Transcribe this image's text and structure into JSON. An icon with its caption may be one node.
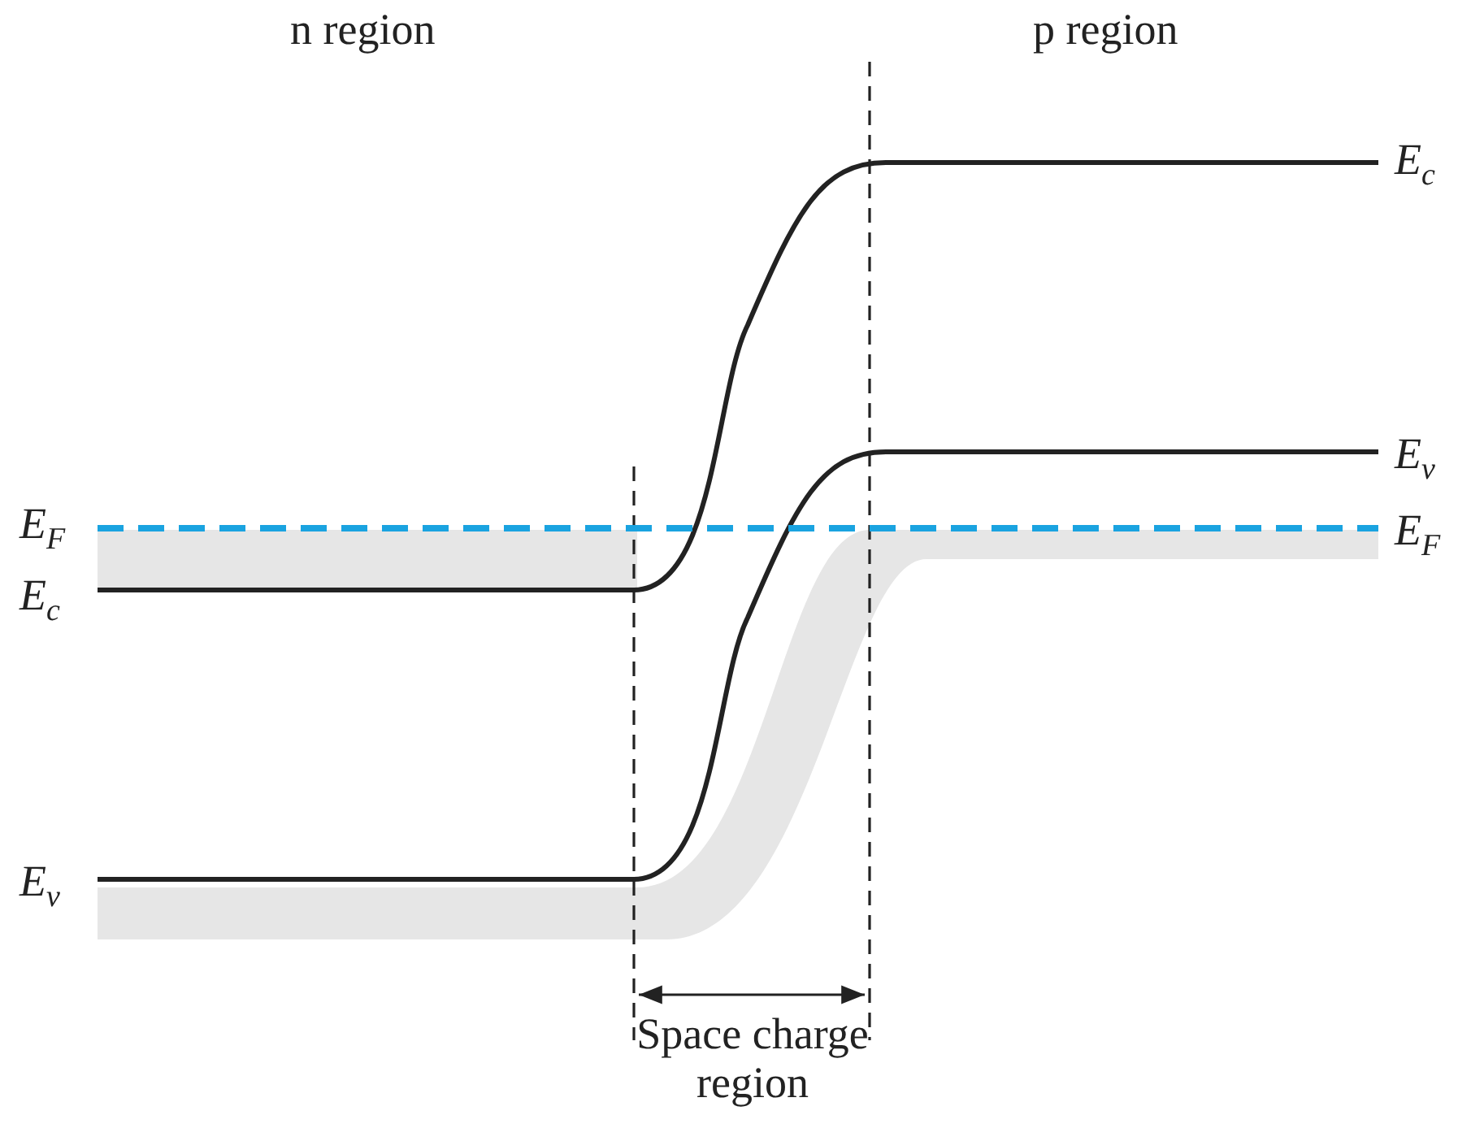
{
  "diagram": {
    "labels": [
      "n region",
      "p region",
      "E$_{c}$",
      "E$_{v}$",
      "E$_{F}$",
      "E$_{F}$",
      "E$_{c}$",
      "E$_{v}$",
      "Space charge region"
    ]
  }
}
